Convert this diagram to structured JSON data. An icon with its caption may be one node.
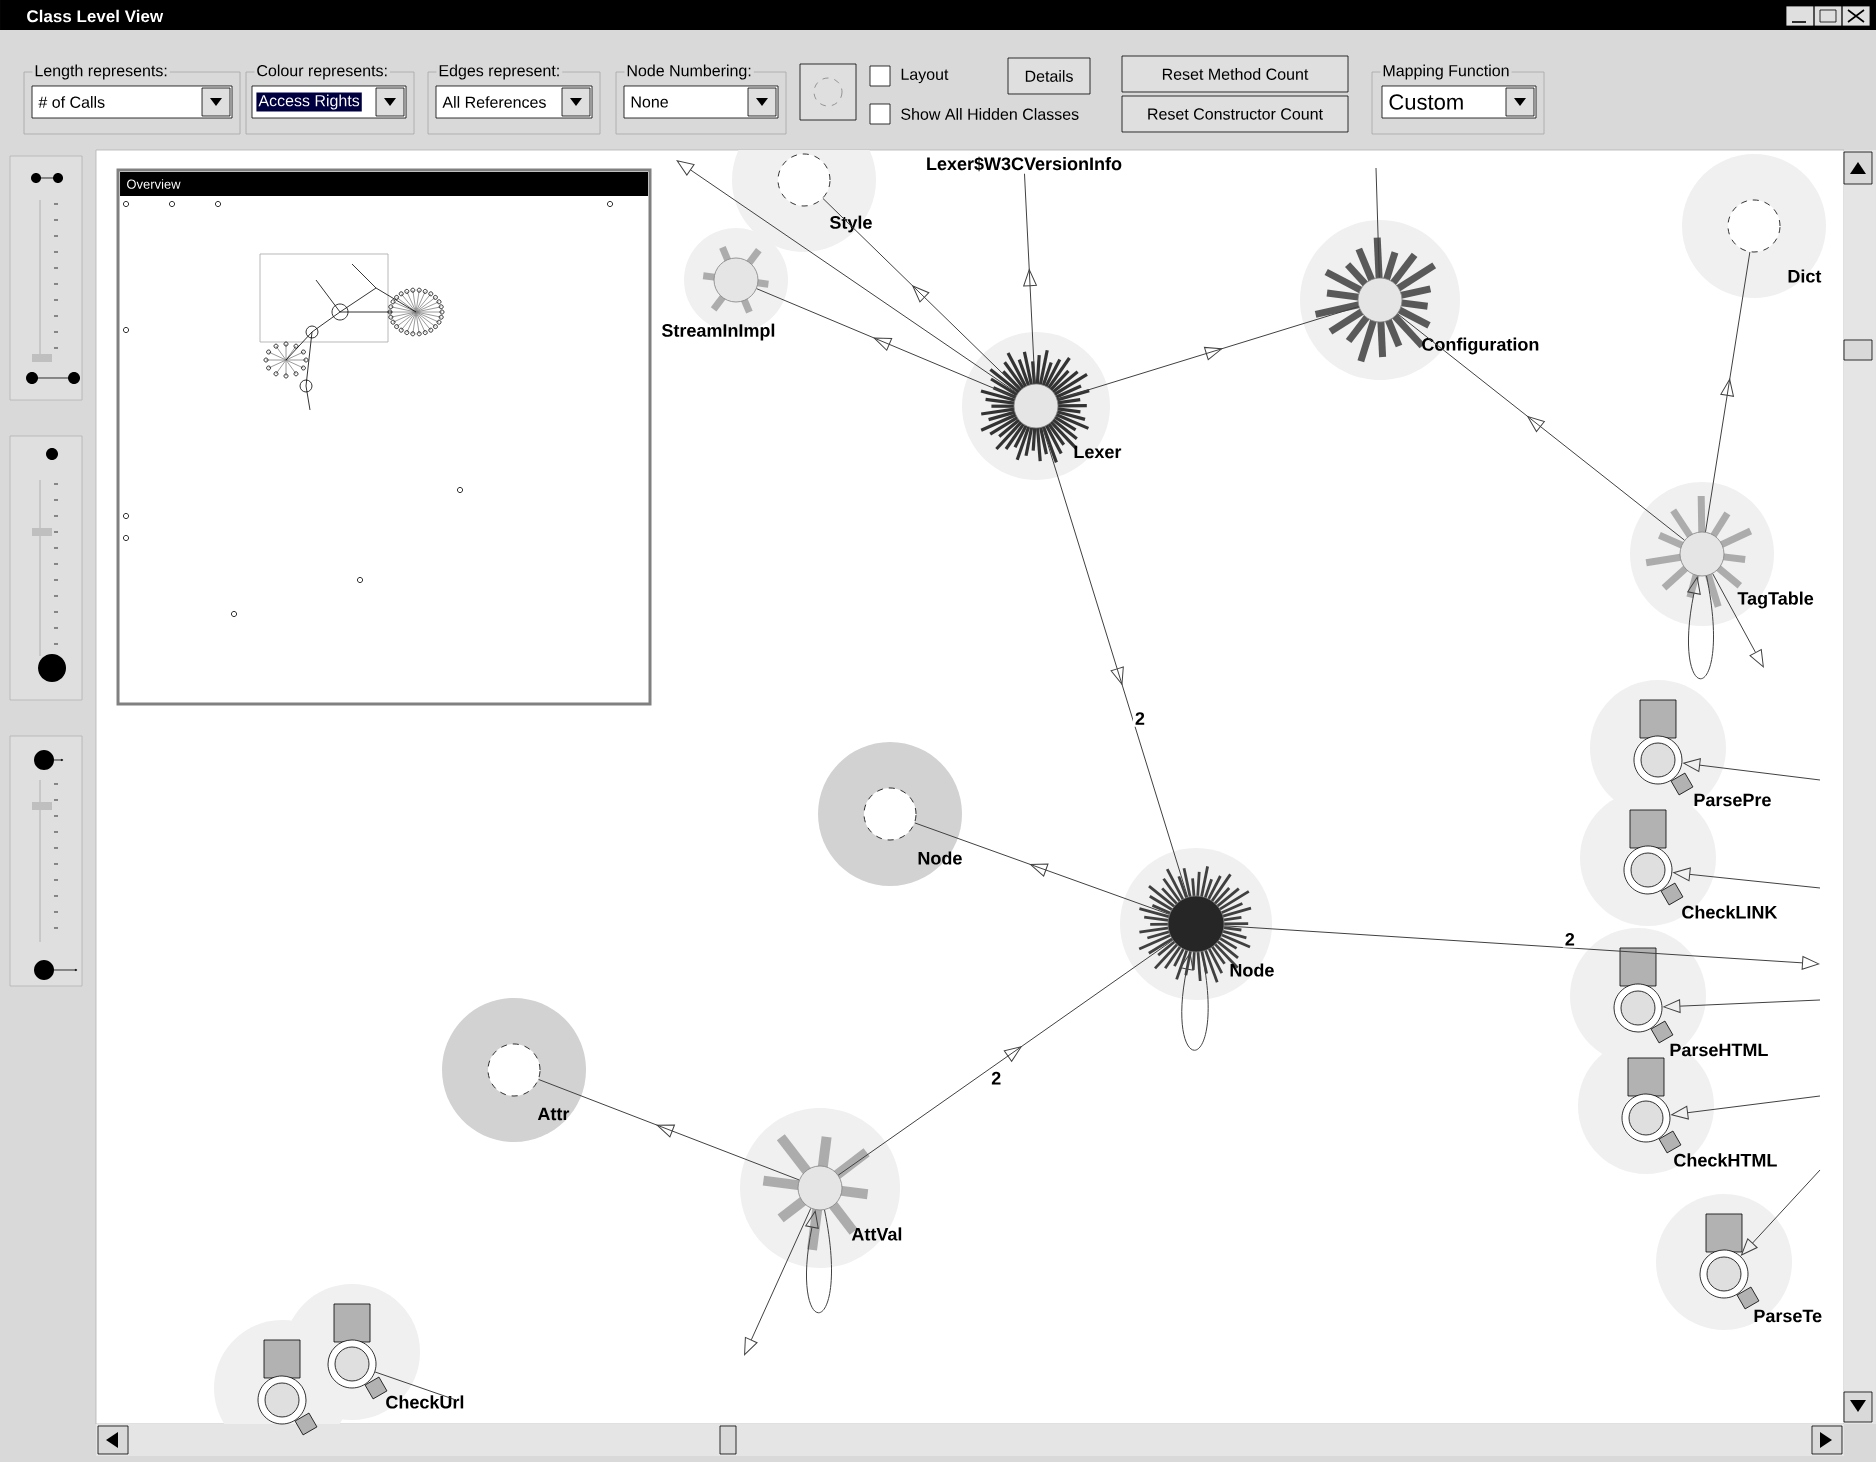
{
  "diagram": {
    "nodes": [
      {
        "text": [
          "Lexer$W3CVersionInfo"
        ]
      },
      {
        "text": [
          "Style"
        ]
      },
      {
        "text": [
          "StreamInImpl"
        ]
      },
      {
        "text": [
          "Lexer"
        ]
      },
      {
        "text": [
          "Configuration"
        ]
      },
      {
        "text": [
          "Dict"
        ]
      },
      {
        "text": [
          "TagTable"
        ]
      },
      {
        "text": [
          "Node"
        ]
      },
      {
        "text": [
          "Node"
        ]
      },
      {
        "text": [
          "Attr"
        ]
      },
      {
        "text": [
          "AttVal"
        ]
      },
      {
        "text": [
          "ParsePre"
        ]
      },
      {
        "text": [
          "CheckLINK"
        ]
      },
      {
        "text": [
          "ParseHTML"
        ]
      },
      {
        "text": [
          "CheckHTML"
        ]
      },
      {
        "text": [
          "ParseTe"
        ]
      },
      {
        "text": [
          "CheckUrl"
        ]
      },
      {
        "text": [],
        "shape": "circle"
      }
    ],
    "edges": [
      {
        "from": 3,
        "to": 0,
        "arrow": "to"
      },
      {
        "from": 3,
        "to": null,
        "arrow": "to"
      },
      {
        "from": 3,
        "to": 1,
        "arrow": "to"
      },
      {
        "from": 3,
        "to": 2,
        "arrow": "to"
      },
      {
        "from": 3,
        "to": 4,
        "arrow": "to"
      },
      {
        "from": 4,
        "to": null,
        "arrow": "none"
      },
      {
        "from": 6,
        "to": 4,
        "arrow": "to"
      },
      {
        "from": 6,
        "to": 5,
        "arrow": "to"
      },
      {
        "from": 6,
        "to": 6,
        "arrow": "to"
      },
      {
        "from": 6,
        "to": null,
        "arrow": "to"
      },
      {
        "from": 3,
        "to": 8,
        "arrow": "to",
        "label": "2"
      },
      {
        "from": 8,
        "to": 7,
        "arrow": "to"
      },
      {
        "from": 8,
        "to": 8,
        "arrow": "to"
      },
      {
        "from": 8,
        "to": null,
        "arrow": "to",
        "label": "2"
      },
      {
        "from": 10,
        "to": 8,
        "arrow": "to",
        "label": "2"
      },
      {
        "from": 10,
        "to": 9,
        "arrow": "to"
      },
      {
        "from": 10,
        "to": 10,
        "arrow": "to"
      },
      {
        "from": 10,
        "to": null,
        "arrow": "to"
      },
      {
        "from": null,
        "to": 11,
        "arrow": "to"
      },
      {
        "from": null,
        "to": 12,
        "arrow": "to"
      },
      {
        "from": null,
        "to": 13,
        "arrow": "to"
      },
      {
        "from": null,
        "to": 14,
        "arrow": "to"
      },
      {
        "from": null,
        "to": 15,
        "arrow": "to"
      },
      {
        "from": 16,
        "to": null,
        "arrow": "none"
      }
    ],
    "labels": [
      "Class Level View",
      "Length represents:",
      "# of Calls",
      "Colour represents:",
      "Access Rights",
      "Edges represent:",
      "All References",
      "Node Numbering:",
      "None",
      "Layout",
      "Show All Hidden Classes",
      "Details",
      "Reset Method Count",
      "Reset Constructor Count",
      "Mapping Function",
      "Custom",
      "Overview"
    ]
  }
}
